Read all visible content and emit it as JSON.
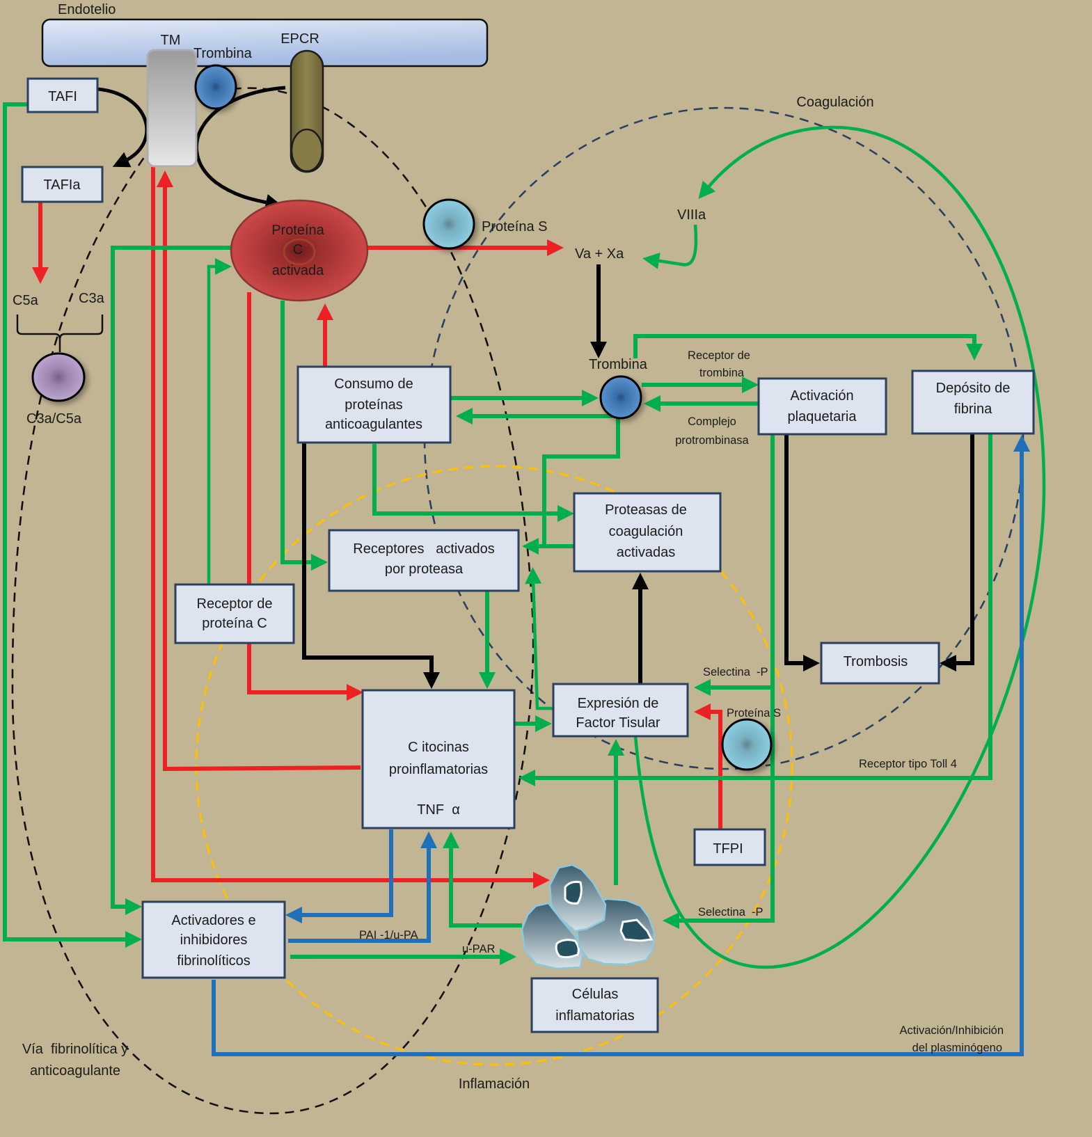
{
  "colors": {
    "background": "#C2B594",
    "box_fill": "#DDE4F0",
    "box_stroke": "#2B3F61",
    "green": "#00AE4D",
    "red": "#ED2024",
    "blue": "#1F70B8",
    "black": "#000000",
    "coag_dash": "#2B3F61",
    "inflam_dash": "#FFC000"
  },
  "regions": {
    "endothelium": "Endotelio",
    "coagulation": "Coagulación",
    "inflammation": "Inflamación",
    "fibrinolytic_anticoagulant": [
      "Vía  fibrinolítica y",
      "anticoagulante"
    ]
  },
  "molecules": {
    "tm": "TM",
    "thrombin_endothelial": "Trombina",
    "epcr": "EPCR",
    "protein_c_activated": [
      "Proteína",
      "C",
      "activada"
    ],
    "protein_s_upper": "Proteína S",
    "va_xa": "Va + Xa",
    "viiia": "VIIIa",
    "thrombin": "Trombina",
    "protein_s_lower": "Proteína S",
    "c5a": "C5a",
    "c3a": "C3a",
    "c3a_c5a": "C3a/C5a"
  },
  "boxes": {
    "tafi": {
      "lines": [
        "TAFI"
      ]
    },
    "tafia": {
      "lines": [
        "TAFIa"
      ]
    },
    "consumo": {
      "lines": [
        "Consumo de",
        "proteínas",
        "anticoagulantes"
      ]
    },
    "par": {
      "lines": [
        "Receptores   activados",
        "por proteasa"
      ]
    },
    "proteasas": {
      "lines": [
        "Proteasas de",
        "coagulación",
        "activadas"
      ]
    },
    "receptor_pc": {
      "lines": [
        "Receptor de",
        "proteína C"
      ]
    },
    "citocinas": {
      "lines": [
        "C itocinas",
        "proinflamatorias",
        "TNF  α"
      ]
    },
    "factor_tisular": {
      "lines": [
        "Expresión de",
        "Factor Tisular"
      ]
    },
    "activacion_plaq": {
      "lines": [
        "Activación",
        "plaquetaria"
      ]
    },
    "deposito_fibrina": {
      "lines": [
        "Depósito de",
        "fibrina"
      ]
    },
    "trombosis": {
      "lines": [
        "Trombosis"
      ]
    },
    "tfpi": {
      "lines": [
        "TFPI"
      ]
    },
    "fibrinoliticos": {
      "lines": [
        "Activadores e",
        "inhibidores",
        "fibrinolíticos"
      ]
    },
    "celulas": {
      "lines": [
        "Células",
        "inflamatorias"
      ]
    }
  },
  "edge_labels": {
    "receptor_trombina": [
      "Receptor de",
      "trombina"
    ],
    "complejo_protrombinasa": [
      "Complejo",
      "protrombinasa"
    ],
    "selectina_p_tf": "Selectina  -P",
    "selectina_p_cells": "Selectina  -P",
    "toll4": "Receptor tipo Toll 4",
    "pai_upa": "PAI -1/u-PA",
    "upar": "u-PAR",
    "plasminogeno": [
      "Activación/Inhibición",
      "del plasminógeno"
    ]
  }
}
